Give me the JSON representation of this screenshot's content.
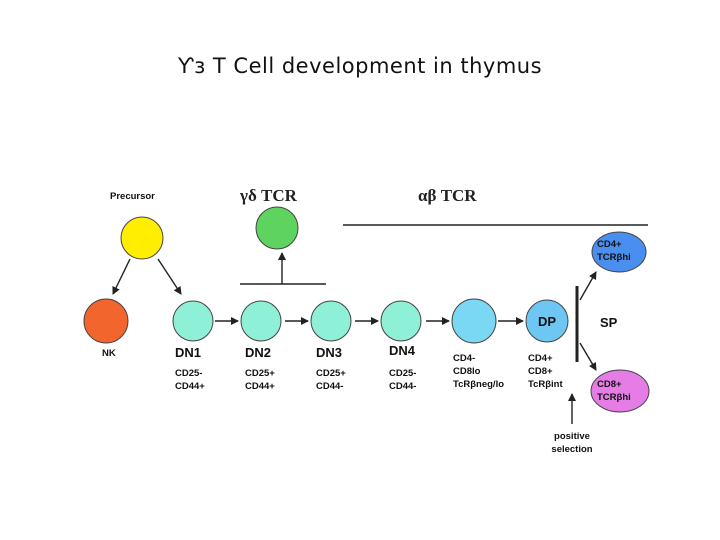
{
  "title": "Ƴɜ T Cell development in thymus",
  "diagram": {
    "precursor": {
      "label": "Precursor",
      "color": "#ffee00"
    },
    "gd_header": "γδ TCR",
    "ab_header": "αβ TCR",
    "gd_cell": {
      "color": "#5fd35f"
    },
    "nk": {
      "label": "NK",
      "color": "#f2662e"
    },
    "dn1": {
      "label": "DN1",
      "marker1": "CD25-",
      "marker2": "CD44+"
    },
    "dn2": {
      "label": "DN2",
      "marker1": "CD25+",
      "marker2": "CD44+"
    },
    "dn3": {
      "label": "DN3",
      "marker1": "CD25+",
      "marker2": "CD44-"
    },
    "dn4": {
      "label": "DN4",
      "marker1": "CD25-",
      "marker2": "CD44-"
    },
    "dn_color": "#8ff0d8",
    "dp_pre": {
      "marker1": "CD4-",
      "marker2": "CD8lo",
      "marker3": "TcRβneg/lo",
      "color": "#7ad8f5"
    },
    "dp": {
      "label": "DP",
      "marker1": "CD4+",
      "marker2": "CD8+",
      "marker3": "TcRβint",
      "color": "#6ec6f2"
    },
    "sp_label": "SP",
    "cd4sp": {
      "line1": "CD4+",
      "line2": "TCRβhi",
      "color": "#4a8ef0"
    },
    "cd8sp": {
      "line1": "CD8+",
      "line2": "TCRβhi",
      "color": "#e67ce6"
    },
    "positive_selection": {
      "line1": "positive",
      "line2": "selection"
    }
  }
}
